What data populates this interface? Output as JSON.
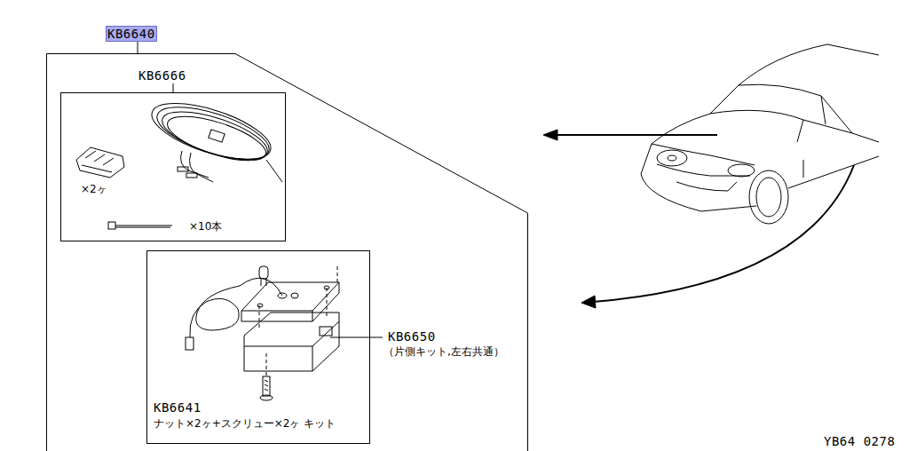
{
  "diagram": {
    "nodes": [
      {
        "text": [
          "KB6640"
        ]
      },
      {
        "text": [
          "KB6666",
          "×2ヶ",
          "×10本"
        ],
        "in": 0
      },
      {
        "text": [
          "KB6641",
          "ナット×2ヶ+スクリュー×2ヶ キット"
        ],
        "in": 0
      }
    ],
    "labels": [
      "KB6650",
      "（片側キット,左右共通）",
      "YB64 0278"
    ]
  }
}
